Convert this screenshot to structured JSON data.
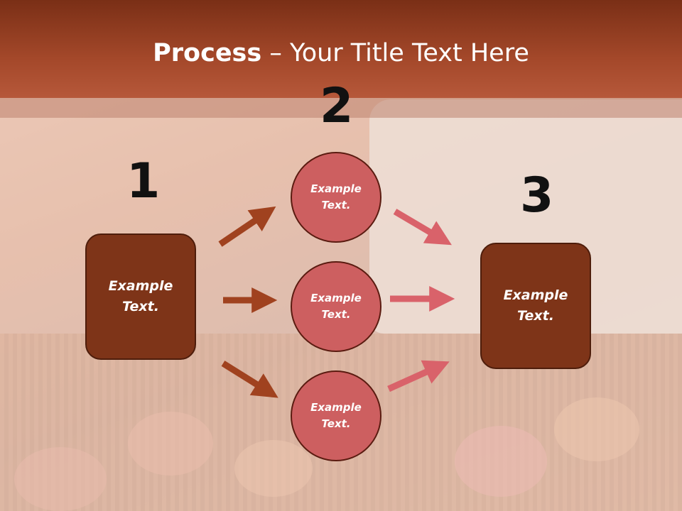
{
  "slide": {
    "title_bold": "Process",
    "title_rest": " – Your Title Text Here"
  },
  "steps": {
    "step1": "1",
    "step2": "2",
    "step3": "3"
  },
  "boxes": {
    "left_label": "Example\nText.",
    "right_label": "Example\nText."
  },
  "circles": {
    "top_label": "Example\nText.",
    "middle_label": "Example\nText.",
    "bottom_label": "Example\nText."
  },
  "colors": {
    "header": "#a4482a",
    "box_fill": "#7e3418",
    "circle_fill": "#cd5f60",
    "arrow_left": "#a0421f",
    "arrow_right": "#d9626a"
  }
}
